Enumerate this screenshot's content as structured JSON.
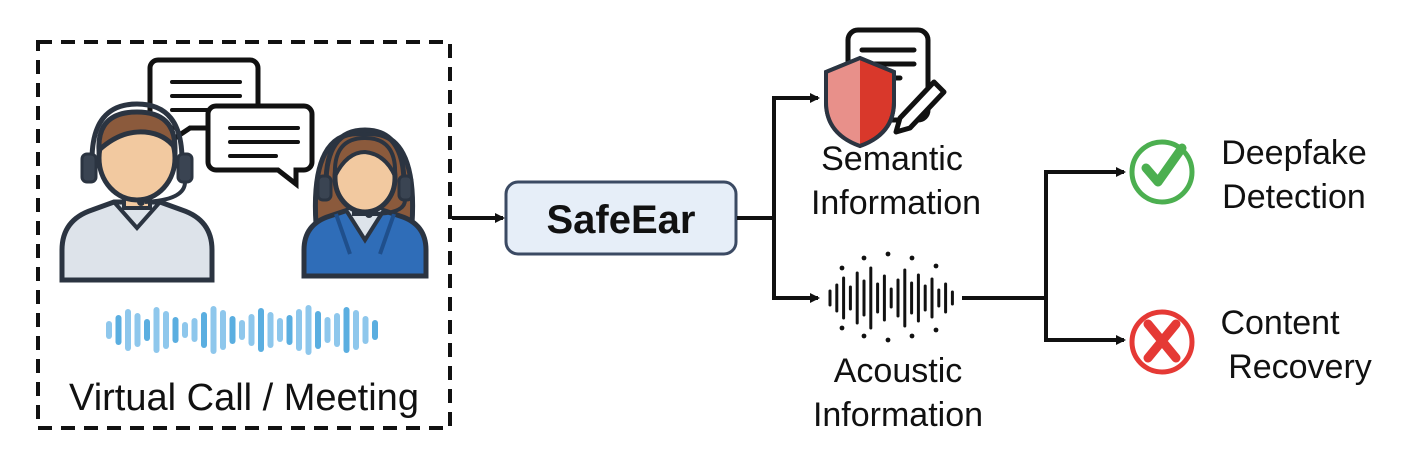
{
  "meeting": {
    "label": "Virtual Call / Meeting"
  },
  "core": {
    "label": "SafeEar"
  },
  "semantic": {
    "line1": "Semantic",
    "line2": "Information"
  },
  "acoustic": {
    "line1": "Acoustic",
    "line2": "Information"
  },
  "outputs": [
    {
      "line1": "Deepfake",
      "line2": "Detection",
      "status": "check",
      "color": "#4caf50"
    },
    {
      "line1": "Content",
      "line2": "Recovery",
      "status": "cross",
      "color": "#e53935"
    }
  ],
  "colors": {
    "box_fill": "#e6eef8",
    "box_stroke": "#3b4a63",
    "wave_light": "#8ec7ec",
    "wave_dark": "#5aaee0",
    "shield": "#d9382b",
    "skin": "#f2c9a0",
    "hair": "#8b5a3c",
    "shirt_male": "#dde3ea",
    "shirt_female": "#2f6db8"
  }
}
